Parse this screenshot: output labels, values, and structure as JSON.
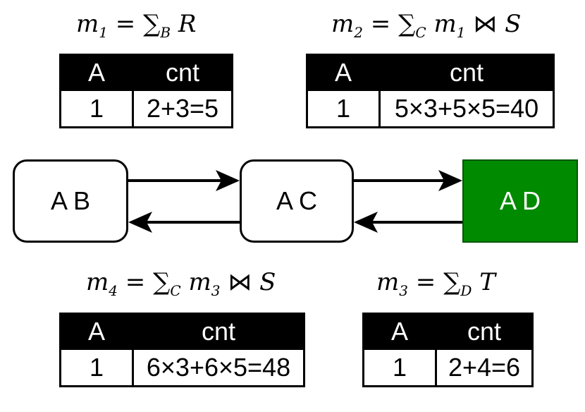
{
  "nodes": {
    "ab": "A B",
    "ac": "A C",
    "ad": "A D"
  },
  "m1": {
    "formula": {
      "var": "m",
      "sub": "1",
      "eq": "=",
      "sum": "∑",
      "sumsub": "B",
      "rest": "R"
    },
    "table": {
      "headers": [
        "A",
        "cnt"
      ],
      "rows": [
        [
          "1",
          "2+3=5"
        ]
      ]
    }
  },
  "m2": {
    "formula": {
      "var": "m",
      "sub": "2",
      "eq": "=",
      "sum": "∑",
      "sumsub": "C",
      "rest_var": "m",
      "rest_sub": "1",
      "join": "⋈",
      "rest2": "S"
    },
    "table": {
      "headers": [
        "A",
        "cnt"
      ],
      "rows": [
        [
          "1",
          "5×3+5×5=40"
        ]
      ]
    }
  },
  "m3": {
    "formula": {
      "var": "m",
      "sub": "3",
      "eq": "=",
      "sum": "∑",
      "sumsub": "D",
      "rest": "T"
    },
    "table": {
      "headers": [
        "A",
        "cnt"
      ],
      "rows": [
        [
          "1",
          "2+4=6"
        ]
      ]
    }
  },
  "m4": {
    "formula": {
      "var": "m",
      "sub": "4",
      "eq": "=",
      "sum": "∑",
      "sumsub": "C",
      "rest_var": "m",
      "rest_sub": "3",
      "join": "⋈",
      "rest2": "S"
    },
    "table": {
      "headers": [
        "A",
        "cnt"
      ],
      "rows": [
        [
          "1",
          "6×3+6×5=48"
        ]
      ]
    }
  },
  "colors": {
    "highlight_fill": "#008a00",
    "highlight_border": "#005700",
    "header_fill": "#000000"
  }
}
